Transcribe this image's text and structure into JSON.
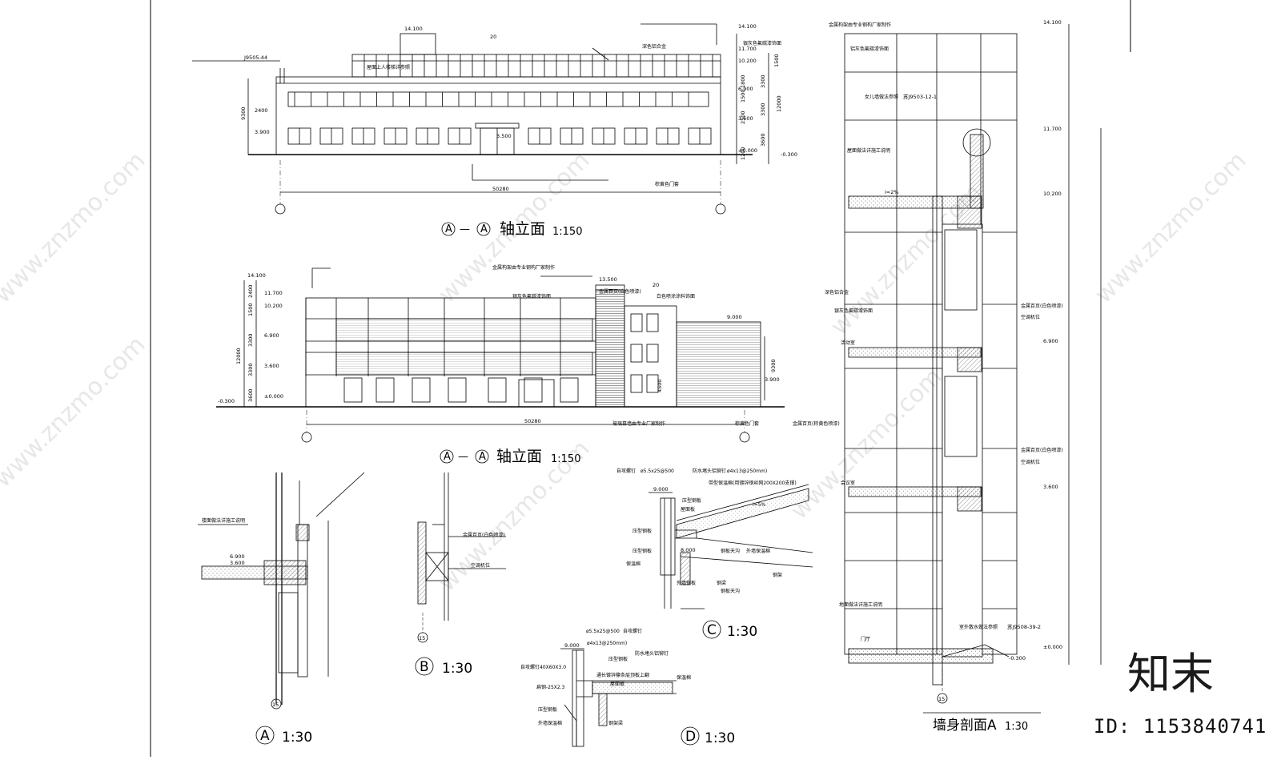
{
  "elevation_top": {
    "title": "轴立面",
    "axis_a": "A",
    "axis_b": "A",
    "scale": "1:150",
    "total_width": "50280",
    "module": "20",
    "ref_code": "J9505-44",
    "levels": [
      "14.100",
      "11.700",
      "10.200",
      "6.900",
      "3.600",
      "±0.000",
      "-0.300"
    ],
    "heights": [
      "1500",
      "3300",
      "3300",
      "3600",
      "1800",
      "1500",
      "2500",
      "1200",
      "12000"
    ],
    "left_dims": [
      "2400",
      "9300",
      "3.900"
    ],
    "door_mark": "3.500",
    "notes": [
      "屋面上人楼梯详参照",
      "深色铝合金",
      "银灰色氟碳漆饰面",
      "棕黄色门套"
    ]
  },
  "elevation_mid": {
    "title": "轴立面",
    "axis_a": "A",
    "axis_b": "A",
    "scale": "1:150",
    "total_width": "50280",
    "module": "20",
    "levels": [
      "14.100",
      "11.700",
      "10.200",
      "6.900",
      "3.600",
      "±0.000",
      "-0.300",
      "13.500",
      "9.000",
      "3.900"
    ],
    "heights": [
      "2400",
      "1500",
      "3300",
      "3300",
      "3600",
      "12000",
      "4500",
      "9300"
    ],
    "notes": [
      "金属构架由专业钢构厂家制作",
      "银灰色氟碳漆饰面",
      "金属百页(白色喷漆)",
      "白色喷涂涂料饰面",
      "玻璃幕墙由专业厂家制作",
      "棕黄色门套",
      "金属百页(棕黄色喷漆)"
    ]
  },
  "detail_a": {
    "label": "A",
    "scale": "1:30",
    "axis": "15",
    "levels": [
      "6.900",
      "3.600"
    ],
    "note": "楼面做法详施工说明"
  },
  "detail_b": {
    "label": "B",
    "scale": "1:30",
    "axis": "15",
    "notes": [
      "金属百页(白色喷漆)",
      "空调机位"
    ]
  },
  "detail_c": {
    "label": "C",
    "scale": "1:30",
    "levels": [
      "9.000",
      "8.000"
    ],
    "notes": [
      "自攻螺钉",
      "ø5.5x25@500",
      "防水堵头铝铆钉",
      "ø4x13@250mm)",
      "带型保温棉(用镀锌钢丝网200X200支撑)",
      "i=5%",
      "压型钢板",
      "屋面板",
      "钢板天沟",
      "压型钢板",
      "压型钢板",
      "保温棉",
      "钢板天沟",
      "钢架",
      "钢梁",
      "外墙钢板",
      "外墙保温棉"
    ]
  },
  "detail_d": {
    "label": "D",
    "scale": "1:30",
    "level": "9.000",
    "notes": [
      "ø5.5x25@500",
      "自攻螺钉",
      "ø4x13@250mm)",
      "防水堵头铝铆钉",
      "压型钢板",
      "自攻螺钉40X60X3.0",
      "通长镀锌檩条层顶板上翻",
      "屋面板",
      "保温棉",
      "扁钢-25X2.3",
      "压型钢板",
      "外墙保温棉",
      "钢架梁"
    ]
  },
  "wall_section": {
    "title": "墙身剖面A",
    "scale": "1:30",
    "axis": "15",
    "levels": [
      "14.100",
      "11.700",
      "10.200",
      "6.900",
      "3.600",
      "±0.000",
      "-0.300"
    ],
    "refs": [
      "苏J9503-12-1",
      "苏J9508-39-2"
    ],
    "slope": "i=2%",
    "notes": [
      "金属构架由专业钢构厂家制作",
      "铝灰色氟碳漆饰面",
      "女儿墙做法参照",
      "屋面做法详施工说明",
      "深色铝合金",
      "银灰色氟碳漆饰面",
      "活动室",
      "会议室",
      "门厅",
      "金属百页(白色喷漆)",
      "空调机位",
      "地面做法详施工说明",
      "室外散水做法参照"
    ]
  },
  "branding": {
    "logo_text": "知末",
    "id_text": "ID: 1153840741",
    "watermark": "www.znzmo.com"
  }
}
